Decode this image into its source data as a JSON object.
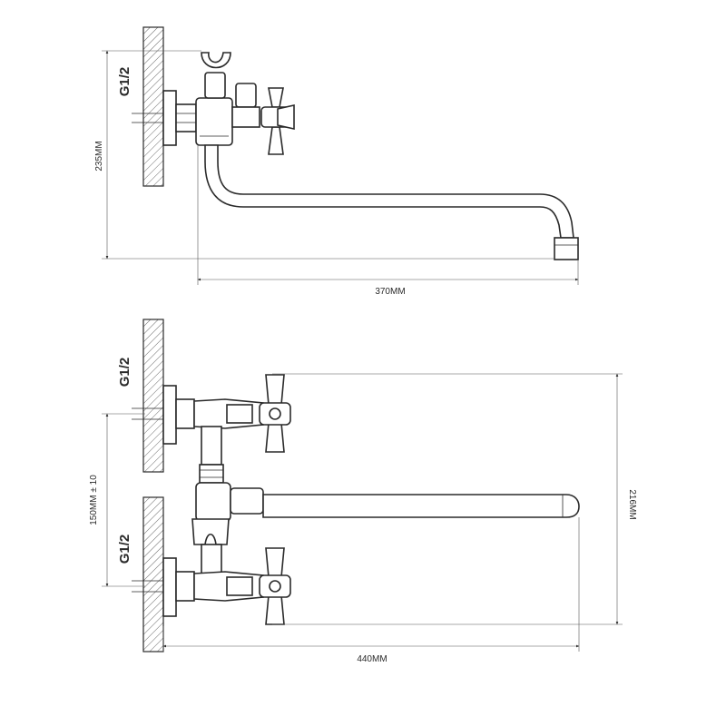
{
  "side_view": {
    "thread_label": "G1/2",
    "height_dimension": "235MM",
    "spout_length_dimension": "370MM"
  },
  "front_view": {
    "upper_thread_label": "G1/2",
    "lower_thread_label": "G1/2",
    "center_distance_dimension": "150MM ± 10",
    "height_dimension": "216MM",
    "width_dimension": "440MM"
  }
}
